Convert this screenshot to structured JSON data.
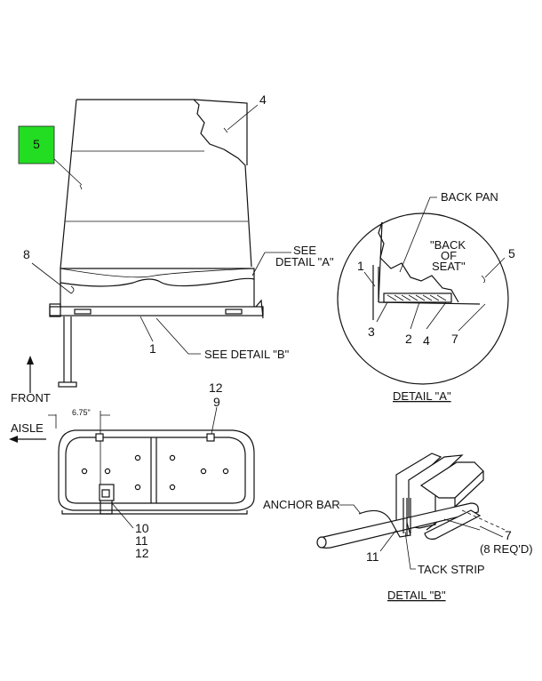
{
  "callouts": {
    "n4_top": "4",
    "n5_highlight": "5",
    "n8": "8",
    "n1_main": "1",
    "see_detail_a_1": "SEE",
    "see_detail_a_2": "DETAIL \"A\"",
    "see_detail_b": "SEE DETAIL \"B\"",
    "front": "FRONT",
    "aisle": "AISLE",
    "dim_675": "6.75\"",
    "n12_top": "12",
    "n9": "9",
    "n10": "10",
    "n11_bottom": "11",
    "n12_bottom": "12"
  },
  "detail_a": {
    "back_pan": "BACK PAN",
    "back_of_seat_1": "\"BACK",
    "back_of_seat_2": "OF",
    "back_of_seat_3": "SEAT\"",
    "n5": "5",
    "n1": "1",
    "n3": "3",
    "n2": "2",
    "n4": "4",
    "n7": "7",
    "title": "DETAIL \"A\""
  },
  "detail_b": {
    "anchor_bar": "ANCHOR BAR",
    "n11": "11",
    "tack_strip": "TACK STRIP",
    "n7": "7",
    "req": "(8 REQ'D)",
    "title": "DETAIL \"B\""
  },
  "colors": {
    "highlight": "#22dd22",
    "line": "#111111"
  }
}
